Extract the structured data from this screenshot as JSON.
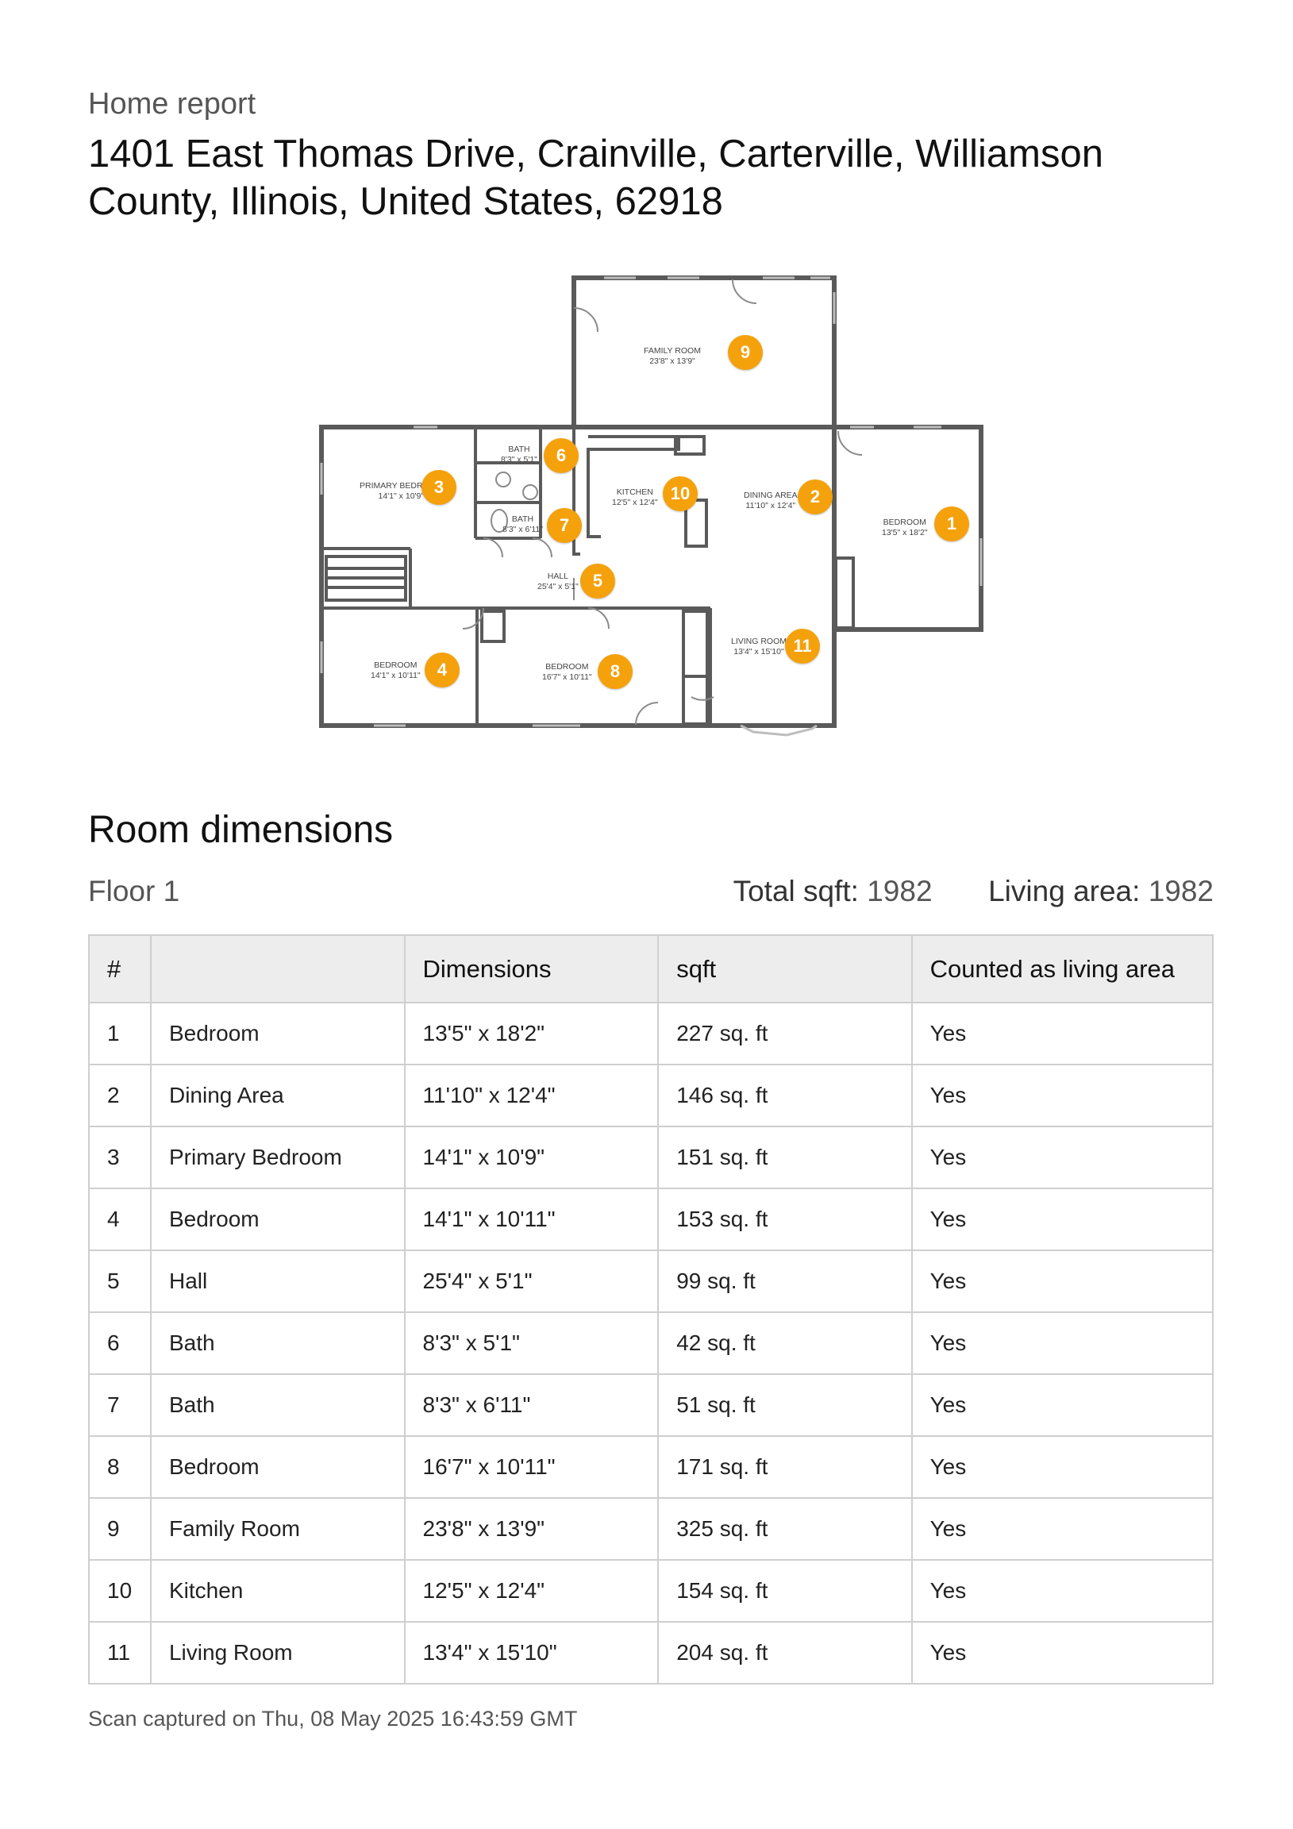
{
  "header": {
    "eyebrow": "Home report",
    "address": "1401 East Thomas Drive, Crainville, Carterville, Williamson County, Illinois, United States, 62918"
  },
  "floorplan": {
    "rooms": [
      {
        "num": "9",
        "name": "FAMILY ROOM",
        "dims": "23'8\" x 13'9\""
      },
      {
        "num": "6",
        "name": "BATH",
        "dims": "8'3\" x 5'1\""
      },
      {
        "num": "3",
        "name": "PRIMARY BEDROOM",
        "dims": "14'1\" x 10'9\""
      },
      {
        "num": "10",
        "name": "KITCHEN",
        "dims": "12'5\" x 12'4\""
      },
      {
        "num": "2",
        "name": "DINING AREA",
        "dims": "11'10\" x 12'4\""
      },
      {
        "num": "1",
        "name": "BEDROOM",
        "dims": "13'5\" x 18'2\""
      },
      {
        "num": "7",
        "name": "BATH",
        "dims": "8'3\" x 6'11\""
      },
      {
        "num": "5",
        "name": "HALL",
        "dims": "25'4\" x 5'1\""
      },
      {
        "num": "4",
        "name": "BEDROOM",
        "dims": "14'1\" x 10'11\""
      },
      {
        "num": "8",
        "name": "BEDROOM",
        "dims": "16'7\" x 10'11\""
      },
      {
        "num": "11",
        "name": "LIVING ROOM",
        "dims": "13'4\" x 15'10\""
      }
    ]
  },
  "section": {
    "title": "Room dimensions",
    "floor": "Floor 1",
    "total_sqft_label": "Total sqft:",
    "total_sqft": "1982",
    "living_area_label": "Living area:",
    "living_area": "1982"
  },
  "table": {
    "headers": [
      "#",
      "",
      "Dimensions",
      "sqft",
      "Counted as living area"
    ],
    "rows": [
      {
        "num": "1",
        "name": "Bedroom",
        "dims": "13'5\" x 18'2\"",
        "sqft": "227 sq. ft",
        "living": "Yes"
      },
      {
        "num": "2",
        "name": "Dining Area",
        "dims": "11'10\" x 12'4\"",
        "sqft": "146 sq. ft",
        "living": "Yes"
      },
      {
        "num": "3",
        "name": "Primary Bedroom",
        "dims": "14'1\" x 10'9\"",
        "sqft": "151 sq. ft",
        "living": "Yes"
      },
      {
        "num": "4",
        "name": "Bedroom",
        "dims": "14'1\" x 10'11\"",
        "sqft": "153 sq. ft",
        "living": "Yes"
      },
      {
        "num": "5",
        "name": "Hall",
        "dims": "25'4\" x 5'1\"",
        "sqft": "99 sq. ft",
        "living": "Yes"
      },
      {
        "num": "6",
        "name": "Bath",
        "dims": "8'3\" x 5'1\"",
        "sqft": "42 sq. ft",
        "living": "Yes"
      },
      {
        "num": "7",
        "name": "Bath",
        "dims": "8'3\" x 6'11\"",
        "sqft": "51 sq. ft",
        "living": "Yes"
      },
      {
        "num": "8",
        "name": "Bedroom",
        "dims": "16'7\" x 10'11\"",
        "sqft": "171 sq. ft",
        "living": "Yes"
      },
      {
        "num": "9",
        "name": "Family Room",
        "dims": "23'8\" x 13'9\"",
        "sqft": "325 sq. ft",
        "living": "Yes"
      },
      {
        "num": "10",
        "name": "Kitchen",
        "dims": "12'5\" x 12'4\"",
        "sqft": "154 sq. ft",
        "living": "Yes"
      },
      {
        "num": "11",
        "name": "Living Room",
        "dims": "13'4\" x 15'10\"",
        "sqft": "204 sq. ft",
        "living": "Yes"
      }
    ]
  },
  "footer": {
    "captured": "Scan captured on Thu, 08 May 2025 16:43:59 GMT"
  },
  "colors": {
    "marker": "#f5a10c",
    "wall": "#5a5a5a",
    "header_bg": "#ededed"
  }
}
